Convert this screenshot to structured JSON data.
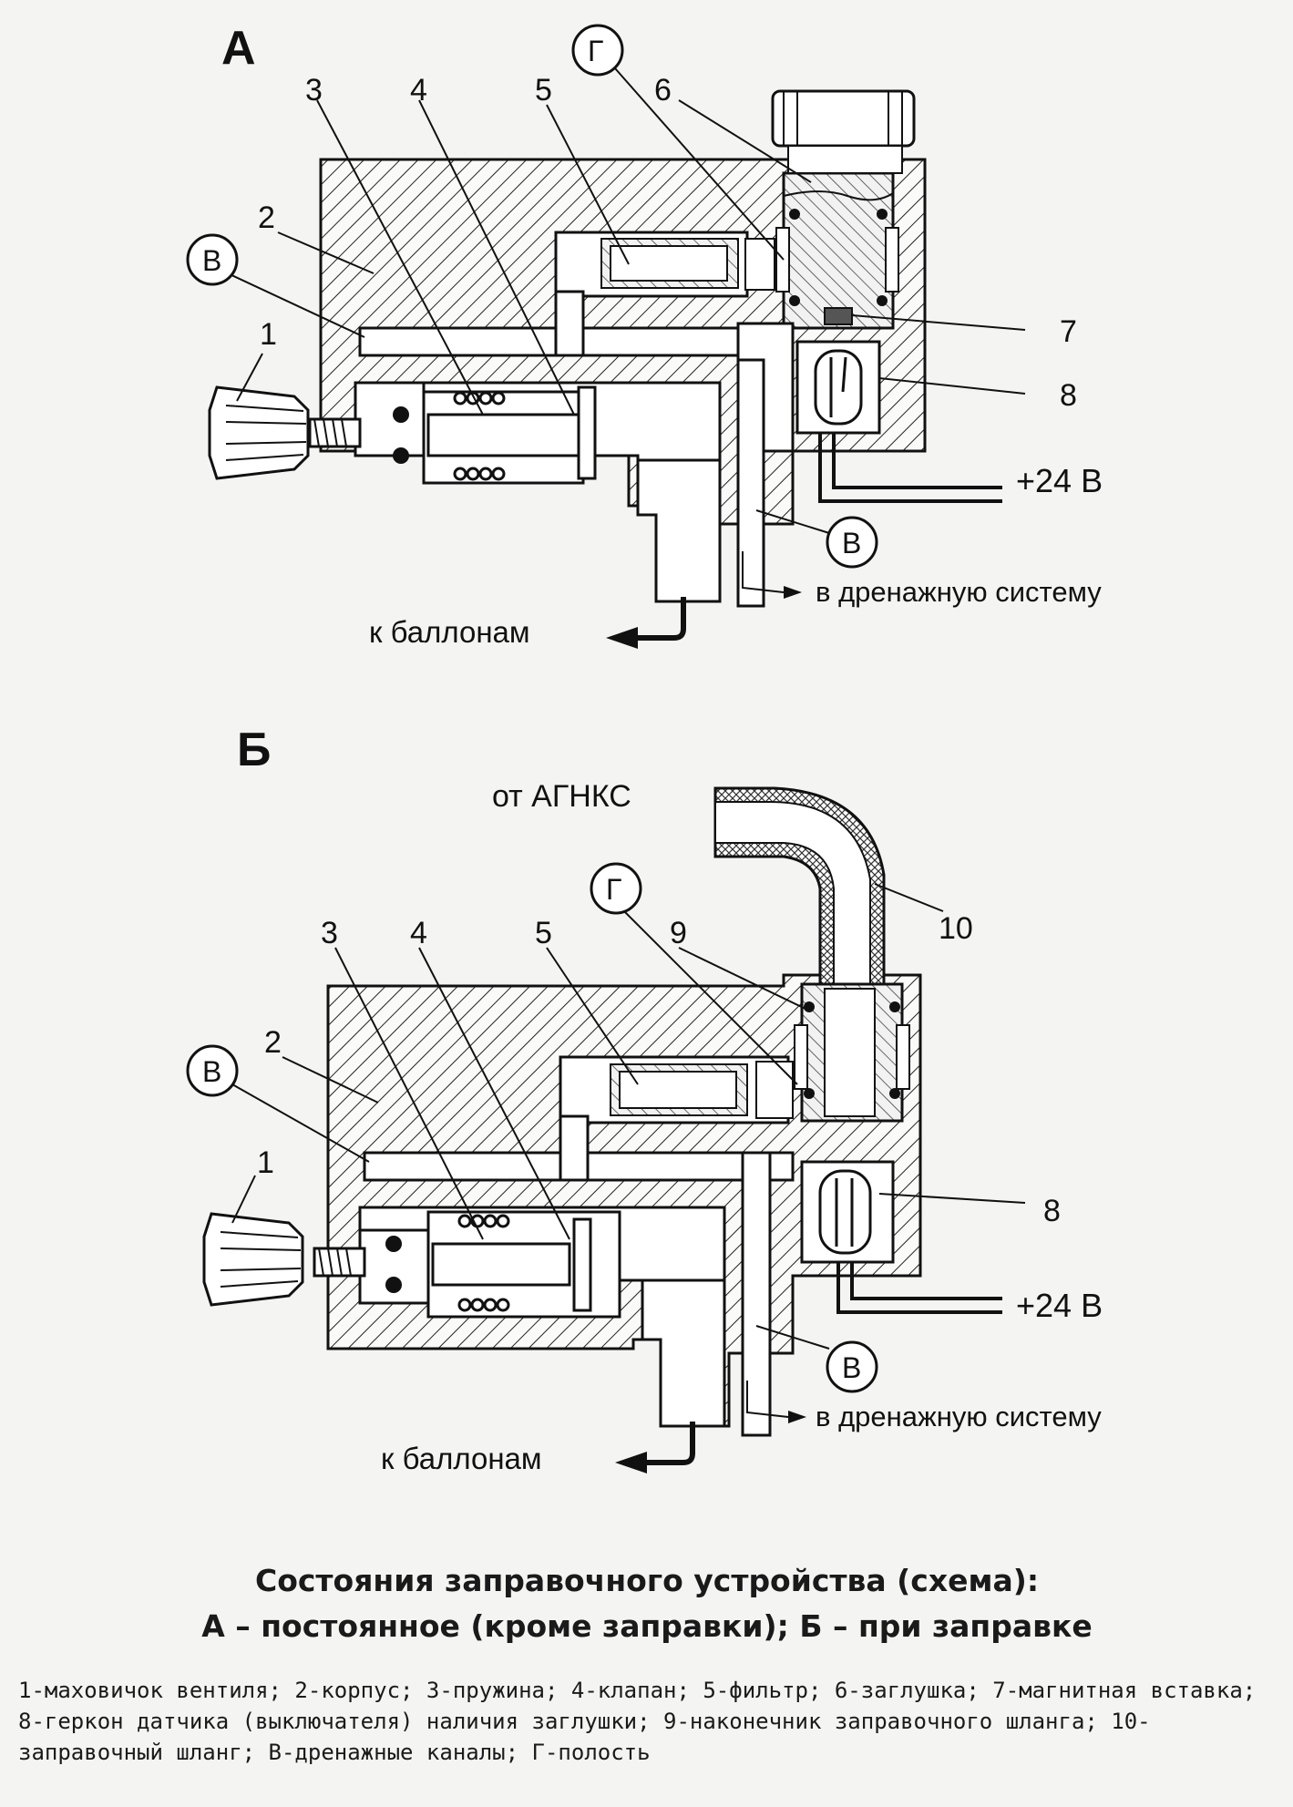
{
  "panel_a": {
    "letter": "А",
    "labels": {
      "n1": "1",
      "n2": "2",
      "n3": "3",
      "n4": "4",
      "n5": "5",
      "n6": "6",
      "n7": "7",
      "n8": "8",
      "v_top": "В",
      "v_bottom": "В",
      "g": "Г"
    },
    "voltage": "+24 В",
    "drain": "в дренажную систему",
    "to_cylinders": "к баллонам"
  },
  "panel_b": {
    "letter": "Б",
    "from_station": "от АГНКС",
    "labels": {
      "n1": "1",
      "n2": "2",
      "n3": "3",
      "n4": "4",
      "n5": "5",
      "n8": "8",
      "n9": "9",
      "n10": "10",
      "v_top": "В",
      "v_bottom": "В",
      "g": "Г"
    },
    "voltage": "+24 В",
    "drain": "в дренажную систему",
    "to_cylinders": "к баллонам"
  },
  "caption": {
    "line1": "Состояния заправочного устройства (схема):",
    "line2": "А – постоянное (кроме заправки); Б – при заправке"
  },
  "legend": "1-маховичок вентиля; 2-корпус; 3-пружина; 4-клапан; 5-фильтр; 6-заглушка; 7-магнитная вставка; 8-геркон датчика (выключателя) наличия заглушки; 9-наконечник заправочного шланга; 10-заправочный шланг; В-дренажные каналы; Г-полость"
}
